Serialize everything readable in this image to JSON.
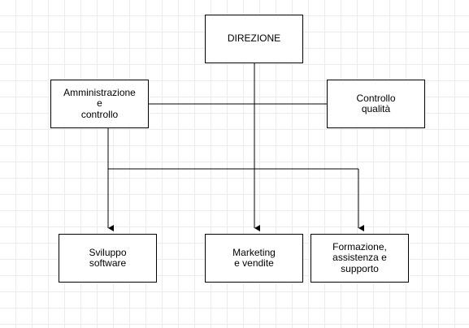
{
  "diagram": {
    "nodes": {
      "direzione": "DIREZIONE",
      "amministrazione": "Amministrazione\ne\ncontrollo",
      "controllo_qualita": "Controllo\nqualità",
      "sviluppo": "Sviluppo\nsoftware",
      "marketing": "Marketing\ne vendite",
      "formazione": "Formazione,\nassistenza e\nsupporto"
    },
    "edges": [
      {
        "from": "direzione",
        "to": "marketing",
        "arrow": true
      },
      {
        "from": "amministrazione",
        "to": "controllo_qualita",
        "arrow": false
      },
      {
        "from": "amministrazione",
        "to": "sviluppo",
        "arrow": true
      },
      {
        "from": "amministrazione",
        "to": "marketing",
        "arrow": true
      },
      {
        "from": "amministrazione",
        "to": "formazione",
        "arrow": true
      }
    ]
  }
}
